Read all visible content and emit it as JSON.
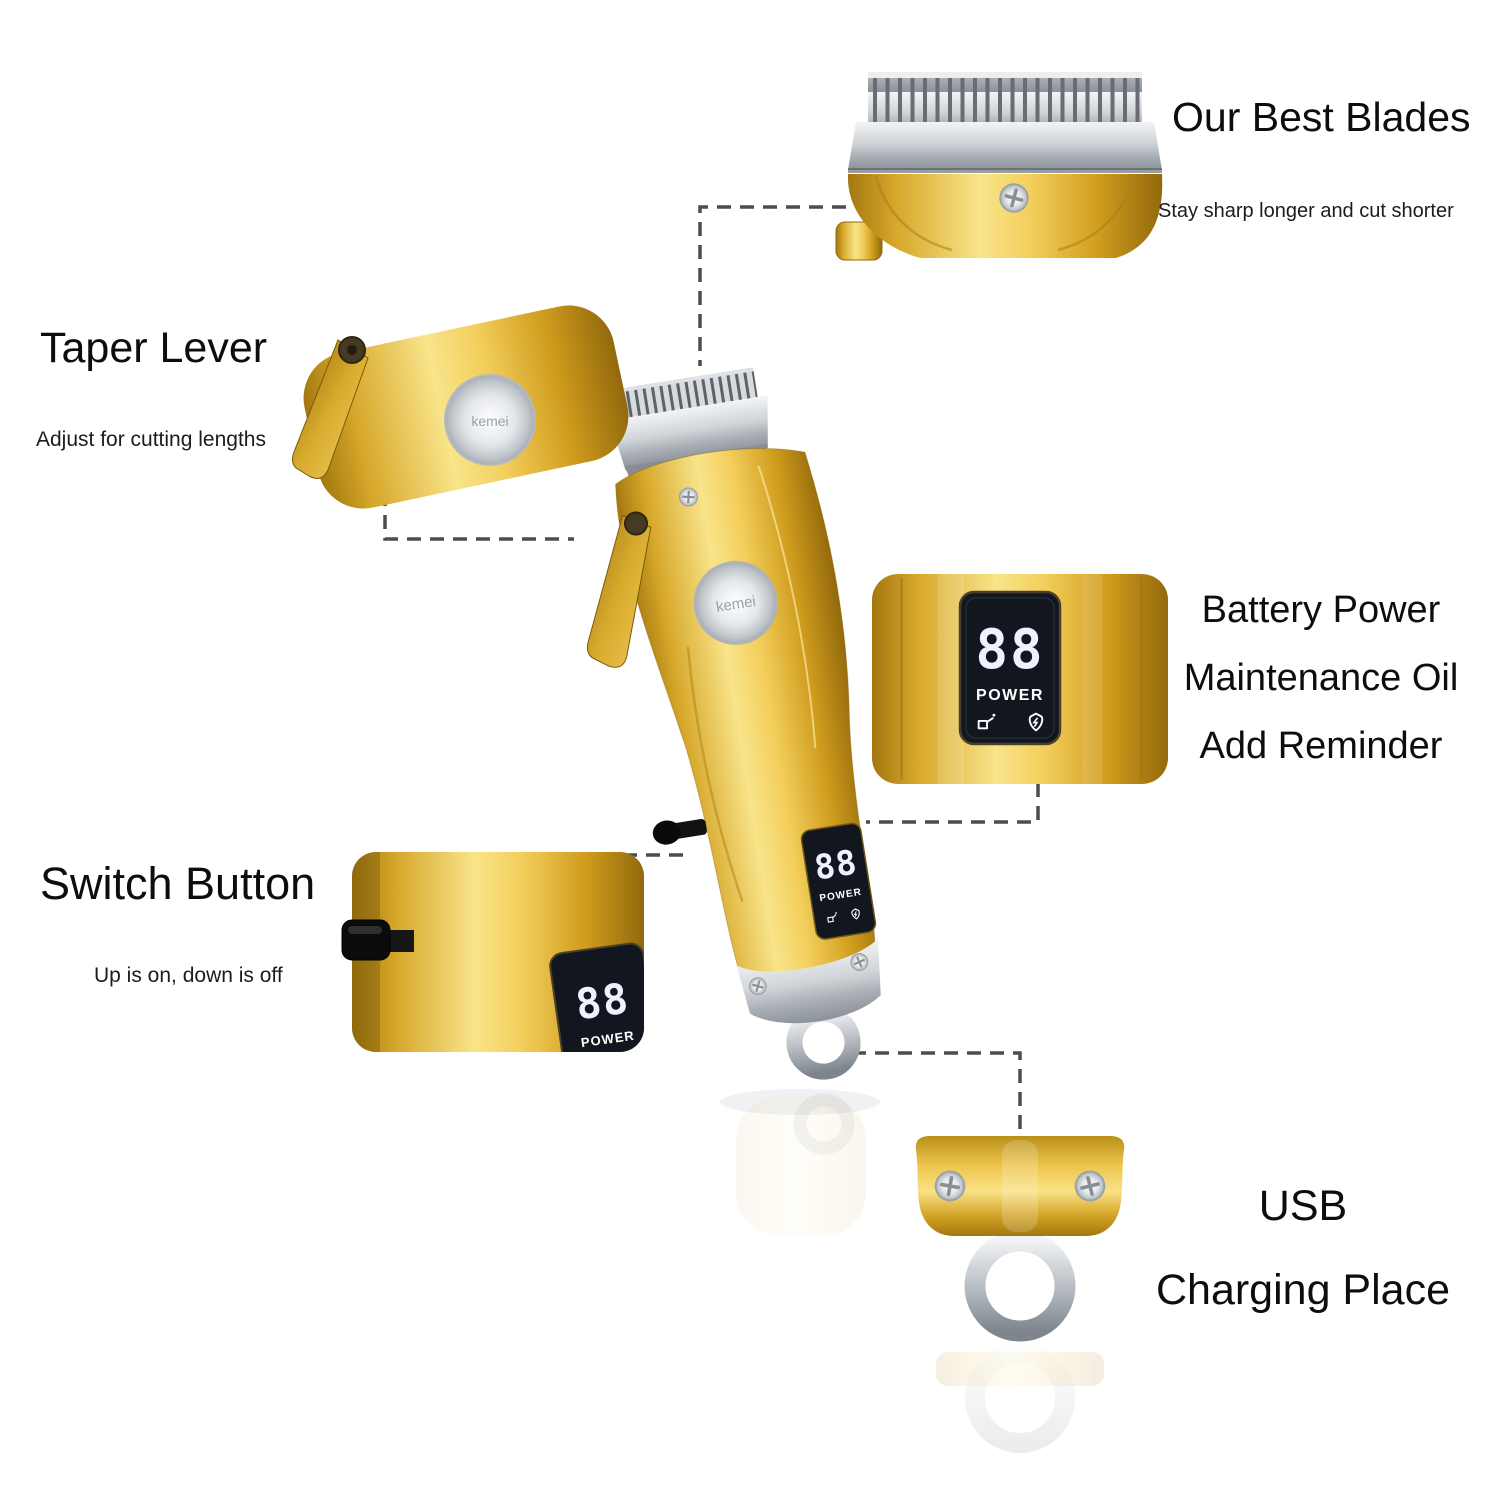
{
  "page": {
    "type": "product-feature-infographic",
    "product": "cordless hair clipper"
  },
  "callouts": {
    "blades": {
      "title": "Our Best Blades",
      "subtitle": "Stay sharp longer and cut shorter"
    },
    "taper": {
      "title": "Taper Lever",
      "subtitle": "Adjust for cutting lengths"
    },
    "battery": {
      "lines": [
        "Battery Power",
        "Maintenance Oil",
        "Add Reminder"
      ]
    },
    "switch": {
      "title": "Switch Button",
      "subtitle": "Up is on, down is off"
    },
    "usb": {
      "lines": [
        "USB",
        "Charging Place"
      ]
    }
  },
  "device": {
    "brand": "kemei",
    "display": {
      "digits": "88",
      "label": "POWER"
    }
  },
  "icons": {
    "screw_icon": "phillips-screw",
    "display_oil_icon": "oil-can",
    "display_charge_icon": "charging-plug"
  },
  "colors": {
    "background": "#ffffff",
    "text": "#0d0d0d",
    "gold_highlight": "#f9e285",
    "gold": "#e2b23a",
    "gold_shadow": "#8f6a0e",
    "silver": "#cfd3d8",
    "display_background": "#12161f",
    "display_text": "#ffffff",
    "leader_line": "#4d4d4d"
  }
}
